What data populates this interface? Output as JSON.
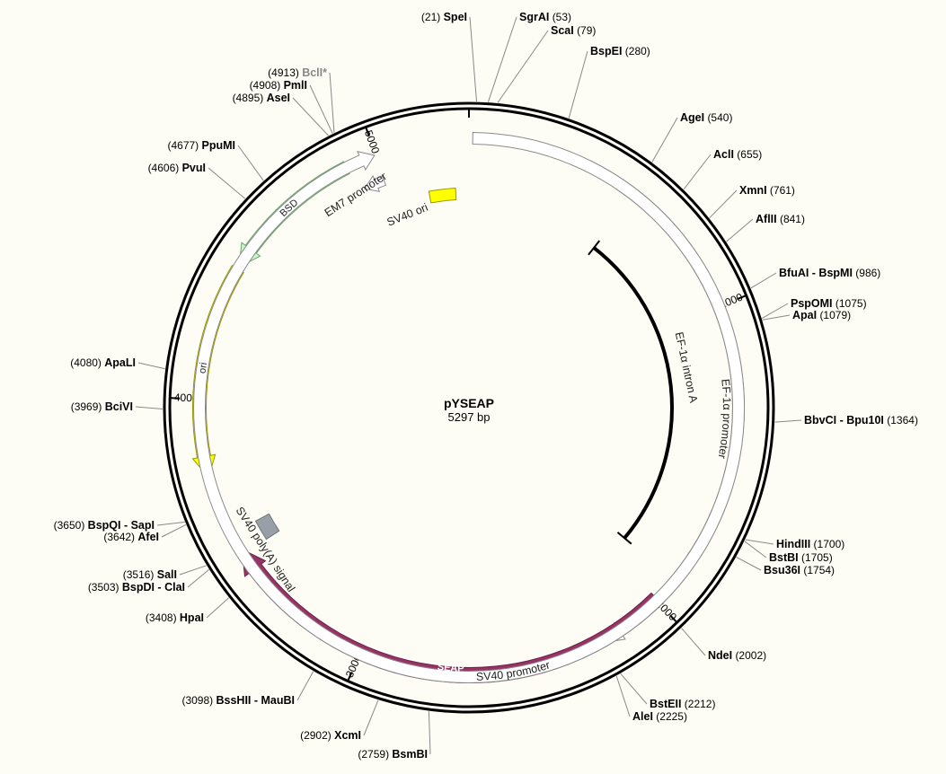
{
  "plasmid": {
    "name": "pYSEAP",
    "size_label": "5297 bp",
    "length": 5297
  },
  "ticks": [
    {
      "pos": 1000,
      "label": "1000"
    },
    {
      "pos": 2000,
      "label": "2000"
    },
    {
      "pos": 3000,
      "label": "3000"
    },
    {
      "pos": 4000,
      "label": "4000"
    },
    {
      "pos": 5000,
      "label": "5000"
    }
  ],
  "sites": [
    {
      "name": "SpeI",
      "pos_label": "(21)",
      "pos": 21
    },
    {
      "name": "SgrAI",
      "pos_label": "(53)",
      "pos": 53
    },
    {
      "name": "ScaI",
      "pos_label": "(79)",
      "pos": 79
    },
    {
      "name": "BspEI",
      "pos_label": "(280)",
      "pos": 280
    },
    {
      "name": "AgeI",
      "pos_label": "(540)",
      "pos": 540
    },
    {
      "name": "AclI",
      "pos_label": "(655)",
      "pos": 655
    },
    {
      "name": "XmnI",
      "pos_label": "(761)",
      "pos": 761
    },
    {
      "name": "AflII",
      "pos_label": "(841)",
      "pos": 841
    },
    {
      "name": "BfuAI - BspMI",
      "pos_label": "(986)",
      "pos": 986
    },
    {
      "name": "PspOMI",
      "pos_label": "(1075)",
      "pos": 1075
    },
    {
      "name": "ApaI",
      "pos_label": "(1079)",
      "pos": 1079
    },
    {
      "name": "BbvCI - Bpu10I",
      "pos_label": "(1364)",
      "pos": 1364
    },
    {
      "name": "HindIII",
      "pos_label": "(1700)",
      "pos": 1700
    },
    {
      "name": "BstBI",
      "pos_label": "(1705)",
      "pos": 1705
    },
    {
      "name": "Bsu36I",
      "pos_label": "(1754)",
      "pos": 1754
    },
    {
      "name": "NdeI",
      "pos_label": "(2002)",
      "pos": 2002
    },
    {
      "name": "BstEII",
      "pos_label": "(2212)",
      "pos": 2212
    },
    {
      "name": "AleI",
      "pos_label": "(2225)",
      "pos": 2225
    },
    {
      "name": "BsmBI",
      "pos_label": "(2759)",
      "pos": 2759
    },
    {
      "name": "XcmI",
      "pos_label": "(2902)",
      "pos": 2902
    },
    {
      "name": "BssHII - MauBI",
      "pos_label": "(3098)",
      "pos": 3098
    },
    {
      "name": "HpaI",
      "pos_label": "(3408)",
      "pos": 3408
    },
    {
      "name": "BspDI - ClaI",
      "pos_label": "(3503)",
      "pos": 3503
    },
    {
      "name": "SalI",
      "pos_label": "(3516)",
      "pos": 3516
    },
    {
      "name": "AfeI",
      "pos_label": "(3642)",
      "pos": 3642
    },
    {
      "name": "BspQI - SapI",
      "pos_label": "(3650)",
      "pos": 3650
    },
    {
      "name": "BciVI",
      "pos_label": "(3969)",
      "pos": 3969
    },
    {
      "name": "ApaLI",
      "pos_label": "(4080)",
      "pos": 4080
    },
    {
      "name": "PvuI",
      "pos_label": "(4606)",
      "pos": 4606
    },
    {
      "name": "PpuMI",
      "pos_label": "(4677)",
      "pos": 4677
    },
    {
      "name": "AseI",
      "pos_label": "(4895)",
      "pos": 4895
    },
    {
      "name": "PmlI",
      "pos_label": "(4908)",
      "pos": 4908
    },
    {
      "name": "BclI*",
      "pos_label": "(4913)",
      "pos": 4913
    }
  ],
  "features": [
    {
      "label": "SV40 promoter",
      "color": "#ffffff"
    },
    {
      "label": "EM7 promoter",
      "color": "#ffffff"
    },
    {
      "label": "SV40 ori",
      "color": "#ffff00"
    },
    {
      "label": "BSD",
      "color": "#ccf5cc"
    },
    {
      "label": "ori",
      "color": "#ffff00"
    },
    {
      "label": "EF-1α promoter",
      "color": "#ffffff"
    },
    {
      "label": "EF-1α intron A",
      "color": "#000000"
    },
    {
      "label": "SEAP",
      "color": "#993366"
    },
    {
      "label": "SV40 poly(A) signal",
      "color": "#999fa6"
    }
  ],
  "colors": {
    "background": "#fefdf5",
    "backbone": "#000000",
    "leader": "#888888",
    "nonunique_site": "#888888"
  }
}
